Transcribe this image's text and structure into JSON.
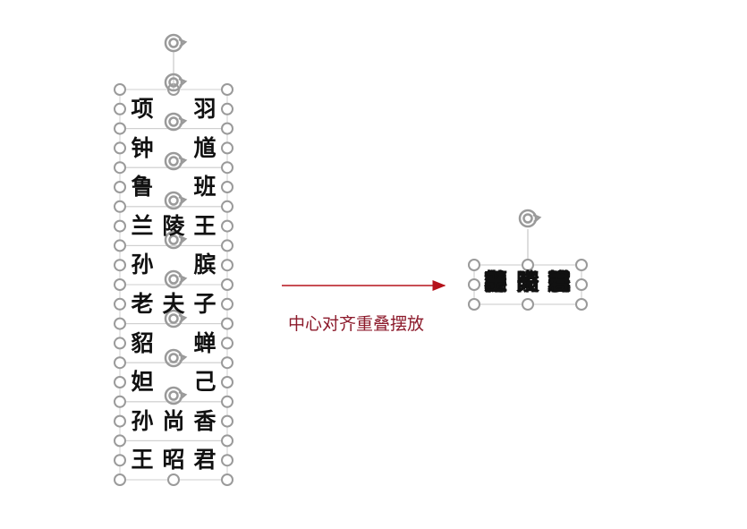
{
  "rows": [
    [
      "项",
      "",
      "羽"
    ],
    [
      "钟",
      "",
      "馗"
    ],
    [
      "鲁",
      "",
      "班"
    ],
    [
      "兰",
      "陵",
      "王"
    ],
    [
      "孙",
      "",
      "膑"
    ],
    [
      "老",
      "夫",
      "子"
    ],
    [
      "貂",
      "",
      "蝉"
    ],
    [
      "妲",
      "",
      "己"
    ],
    [
      "孙",
      "尚",
      "香"
    ],
    [
      "王",
      "昭",
      "君"
    ]
  ],
  "caption": "中心对齐重叠摆放",
  "merged": {
    "col1": "孙兰孙妲鲁钟项貂老王",
    "col2": "陵夫尚昭",
    "col3": "羽馗班王膑子蝉己香君"
  },
  "colors": {
    "handle": "#9a9a9a",
    "arrow": "#b5121b",
    "caption": "#8c1a2b"
  }
}
